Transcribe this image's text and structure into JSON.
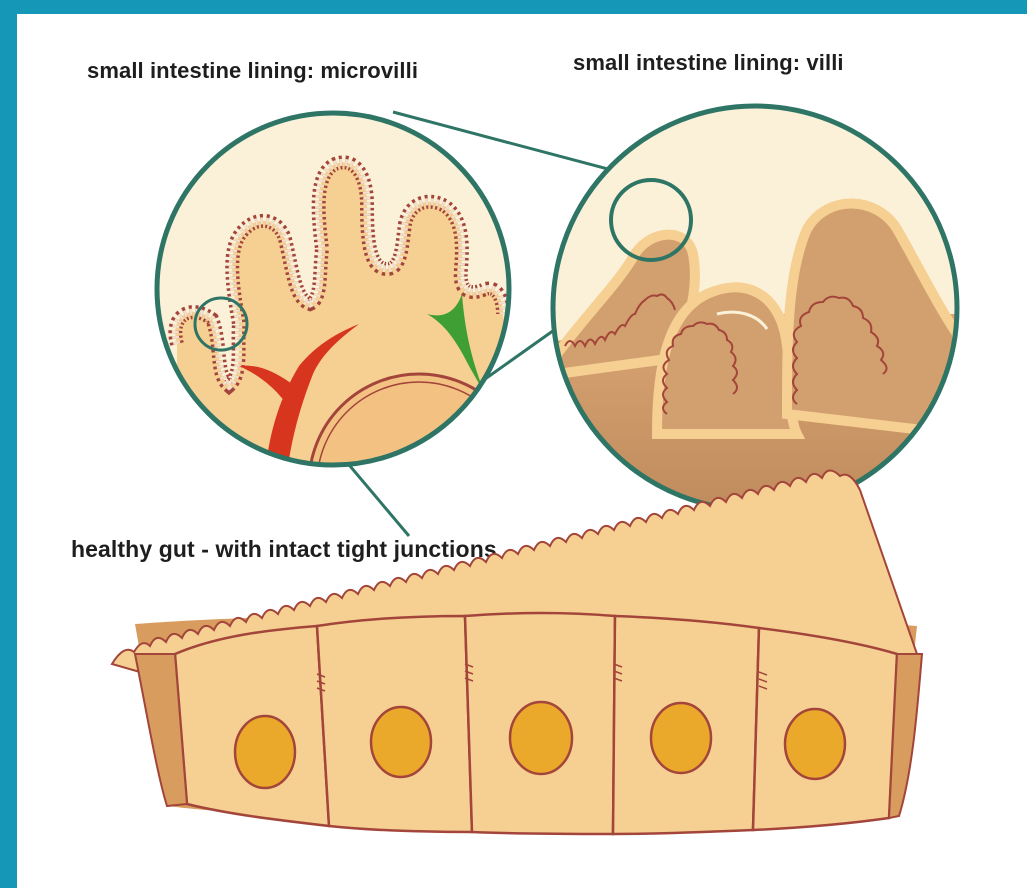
{
  "labels": {
    "microvilli": "small intestine lining: microvilli",
    "villi": "small intestine lining: villi",
    "healthy_gut": "healthy gut - with intact tight junctions"
  },
  "colors": {
    "frame": "#1597b8",
    "circle_outline": "#2f7566",
    "tissue": "#f6cf93",
    "tissue_dark": "#c99766",
    "membrane": "#a3453a",
    "nucleus": "#eba92c",
    "vessel_red": "#d8351e",
    "vessel_green": "#3f9e34"
  }
}
